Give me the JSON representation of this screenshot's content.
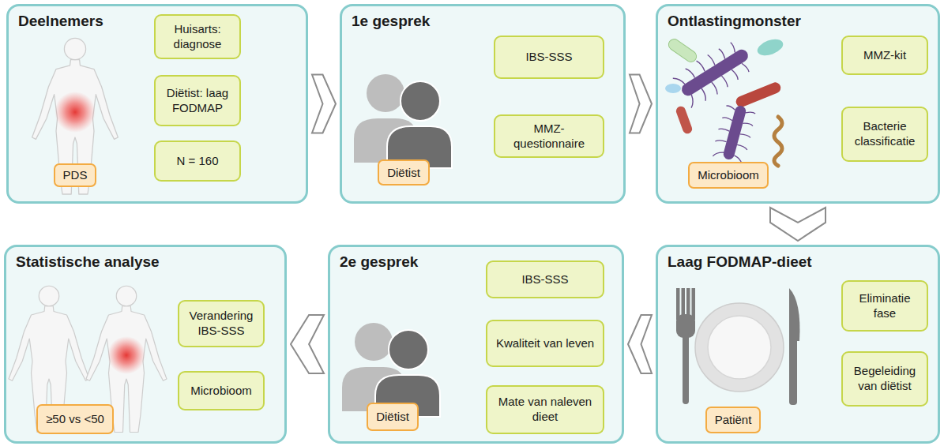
{
  "diagram": {
    "nodes": [
      {
        "text": [
          "Deelnemers"
        ]
      },
      {
        "text": [
          "PDS"
        ],
        "in": 0
      },
      {
        "text": [
          "Huisarts: diagnose"
        ],
        "in": 0
      },
      {
        "text": [
          "Diëtist: laag FODMAP"
        ],
        "in": 0
      },
      {
        "text": [
          "N = 160"
        ],
        "in": 0
      },
      {
        "text": [
          "1e gesprek"
        ]
      },
      {
        "text": [
          "Diëtist"
        ],
        "in": 5
      },
      {
        "text": [
          "IBS-SSS"
        ],
        "in": 5
      },
      {
        "text": [
          "MMZ-questionnaire"
        ],
        "in": 5
      },
      {
        "text": [
          "Ontlastingmonster"
        ]
      },
      {
        "text": [
          "Microbioom"
        ],
        "in": 9
      },
      {
        "text": [
          "MMZ-kit"
        ],
        "in": 9
      },
      {
        "text": [
          "Bacterie classificatie"
        ],
        "in": 9
      },
      {
        "text": [
          "Laag FODMAP-dieet"
        ]
      },
      {
        "text": [
          "Patiënt"
        ],
        "in": 13
      },
      {
        "text": [
          "Eliminatie fase"
        ],
        "in": 13
      },
      {
        "text": [
          "Begeleiding van diëtist"
        ],
        "in": 13
      },
      {
        "text": [
          "2e gesprek"
        ]
      },
      {
        "text": [
          "Diëtist"
        ],
        "in": 17
      },
      {
        "text": [
          "IBS-SSS"
        ],
        "in": 17
      },
      {
        "text": [
          "Kwaliteit van leven"
        ],
        "in": 17
      },
      {
        "text": [
          "Mate van naleven dieet"
        ],
        "in": 17
      },
      {
        "text": [
          "Statistische analyse"
        ]
      },
      {
        "text": [
          "≥50 vs <50"
        ],
        "in": 22
      },
      {
        "text": [
          "Verandering IBS-SSS"
        ],
        "in": 22
      },
      {
        "text": [
          "Microbioom"
        ],
        "in": 22
      }
    ],
    "edges": [
      {
        "from": 0,
        "to": 5,
        "arrow": "to"
      },
      {
        "from": 5,
        "to": 9,
        "arrow": "to"
      },
      {
        "from": 9,
        "to": 13,
        "arrow": "to"
      },
      {
        "from": 13,
        "to": 17,
        "arrow": "to"
      },
      {
        "from": 17,
        "to": 22,
        "arrow": "to"
      }
    ]
  }
}
